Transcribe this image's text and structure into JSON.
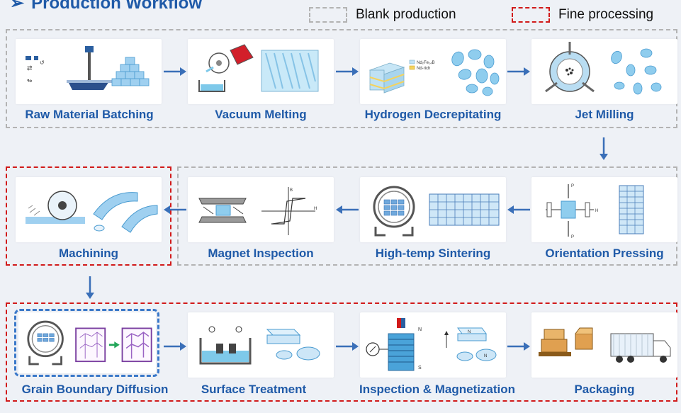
{
  "title": "Production Workflow",
  "legend": {
    "blank": "Blank production",
    "fine": "Fine processing"
  },
  "steps": {
    "raw_material_batching": "Raw Material Batching",
    "vacuum_melting": "Vacuum Melting",
    "hydrogen_decrepitating": "Hydrogen Decrepitating",
    "jet_milling": "Jet Milling",
    "orientation_pressing": "Orientation Pressing",
    "high_temp_sintering": "High-temp Sintering",
    "magnet_inspection": "Magnet Inspection",
    "machining": "Machining",
    "grain_boundary_diffusion": "Grain Boundary Diffusion",
    "surface_treatment": "Surface Treatment",
    "inspection_magnetization": "Inspection & Magnetization",
    "packaging": "Packaging"
  },
  "icon_text": {
    "ndfeb": "Nd₂Fe₁₄B",
    "nd_rich": "Nd-rich",
    "p": "P",
    "h": "H",
    "b": "B",
    "n": "N",
    "s": "S"
  },
  "colors": {
    "accent": "#1f5aa8",
    "arrow": "#3a6fb8",
    "blank_border": "#b3b3b3",
    "fine_border": "#d11a1a",
    "highlight_border": "#3a78c9"
  },
  "icons": [
    "arrow-bullet-icon",
    "scale-icon",
    "blocks-icon",
    "crucible-icon",
    "ingot-icon",
    "crystal-layers-icon",
    "powder-flakes-icon",
    "jet-mill-icon",
    "press-field-icon",
    "aligned-grains-icon",
    "furnace-icon",
    "sintered-grains-icon",
    "press-clamp-icon",
    "hysteresis-icon",
    "saw-icon",
    "arc-segments-icon",
    "hexagon-grains-icon",
    "plating-bath-icon",
    "coated-parts-icon",
    "magnetizer-coil-icon",
    "magnet-pieces-icon",
    "pallet-boxes-icon",
    "truck-icon"
  ]
}
